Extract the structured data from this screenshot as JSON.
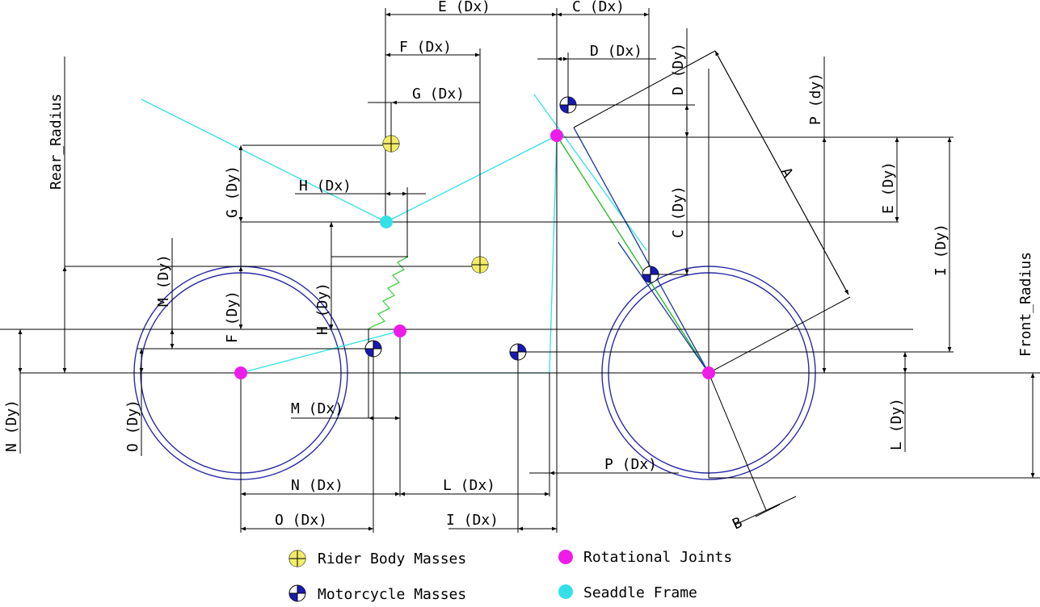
{
  "colors": {
    "wheel": "#2a2aa8",
    "frame": "#33e0e8",
    "joint": "#ee1ce8",
    "rider_mass": "#f2ec6a",
    "moto_mass": "#1a1ab0",
    "spring": "#44d044",
    "fork_green": "#1fb81f",
    "fork_blue": "#1a3aa0",
    "dim_line": "#000000"
  },
  "labels": {
    "rear_radius": "Rear_Radius",
    "front_radius": "Front_Radius",
    "A": "A",
    "B": "B",
    "E_dx": "E (Dx)",
    "C_dx": "C (Dx)",
    "F_dx": "F (Dx)",
    "D_dx": "D (Dx)",
    "G_dx": "G (Dx)",
    "H_dx": "H (Dx)",
    "M_dx": "M (Dx)",
    "N_dx": "N (Dx)",
    "L_dx": "L (Dx)",
    "O_dx": "O (Dx)",
    "I_dx": "I (Dx)",
    "P_dx": "P (Dx)",
    "D_dy": "D (Dy)",
    "P_dy": "P (dy)",
    "E_dy": "E (Dy)",
    "C_dy": "C (Dy)",
    "I_dy": "I (Dy)",
    "G_dy": "G (Dy)",
    "M_dy": "M (Dy)",
    "F_dy": "F (Dy)",
    "H_dy": "H (Dy)",
    "N_dy": "N (Dy)",
    "O_dy": "O (Dy)",
    "L_dy": "L (Dy)"
  },
  "legend": {
    "rider": "Rider Body Masses",
    "moto": "Motorcycle Masses",
    "joint": "Rotational Joints",
    "frame": "Seaddle Frame"
  }
}
